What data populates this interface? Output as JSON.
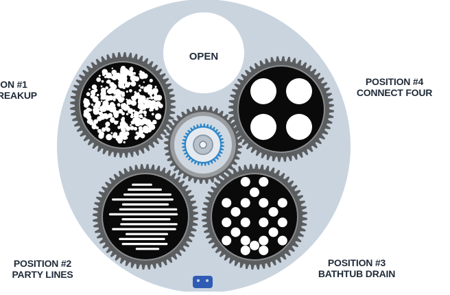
{
  "open_label": "OPEN",
  "positions": [
    {
      "line1": "ON #1",
      "line2": "BREAKUP",
      "pattern": "breakup"
    },
    {
      "line1": "POSITION #2",
      "line2": "PARTY LINES",
      "pattern": "lines"
    },
    {
      "line1": "POSITION #3",
      "line2": "BATHTUB DRAIN",
      "pattern": "drain"
    },
    {
      "line1": "POSITION #4",
      "line2": "CONNECT FOUR",
      "pattern": "four-holes"
    }
  ],
  "colors": {
    "wheel": "#c9d4df",
    "gear": "#5b5d5f",
    "gobo": "#0a0a0a",
    "hole": "#ffffff",
    "hub_ring": "#2e86c8",
    "hub_inner": "#cfd8e1",
    "notch": "#2f5bb5",
    "label": "#1f2a38"
  },
  "icons": {
    "notch": "mount-notch-icon"
  }
}
